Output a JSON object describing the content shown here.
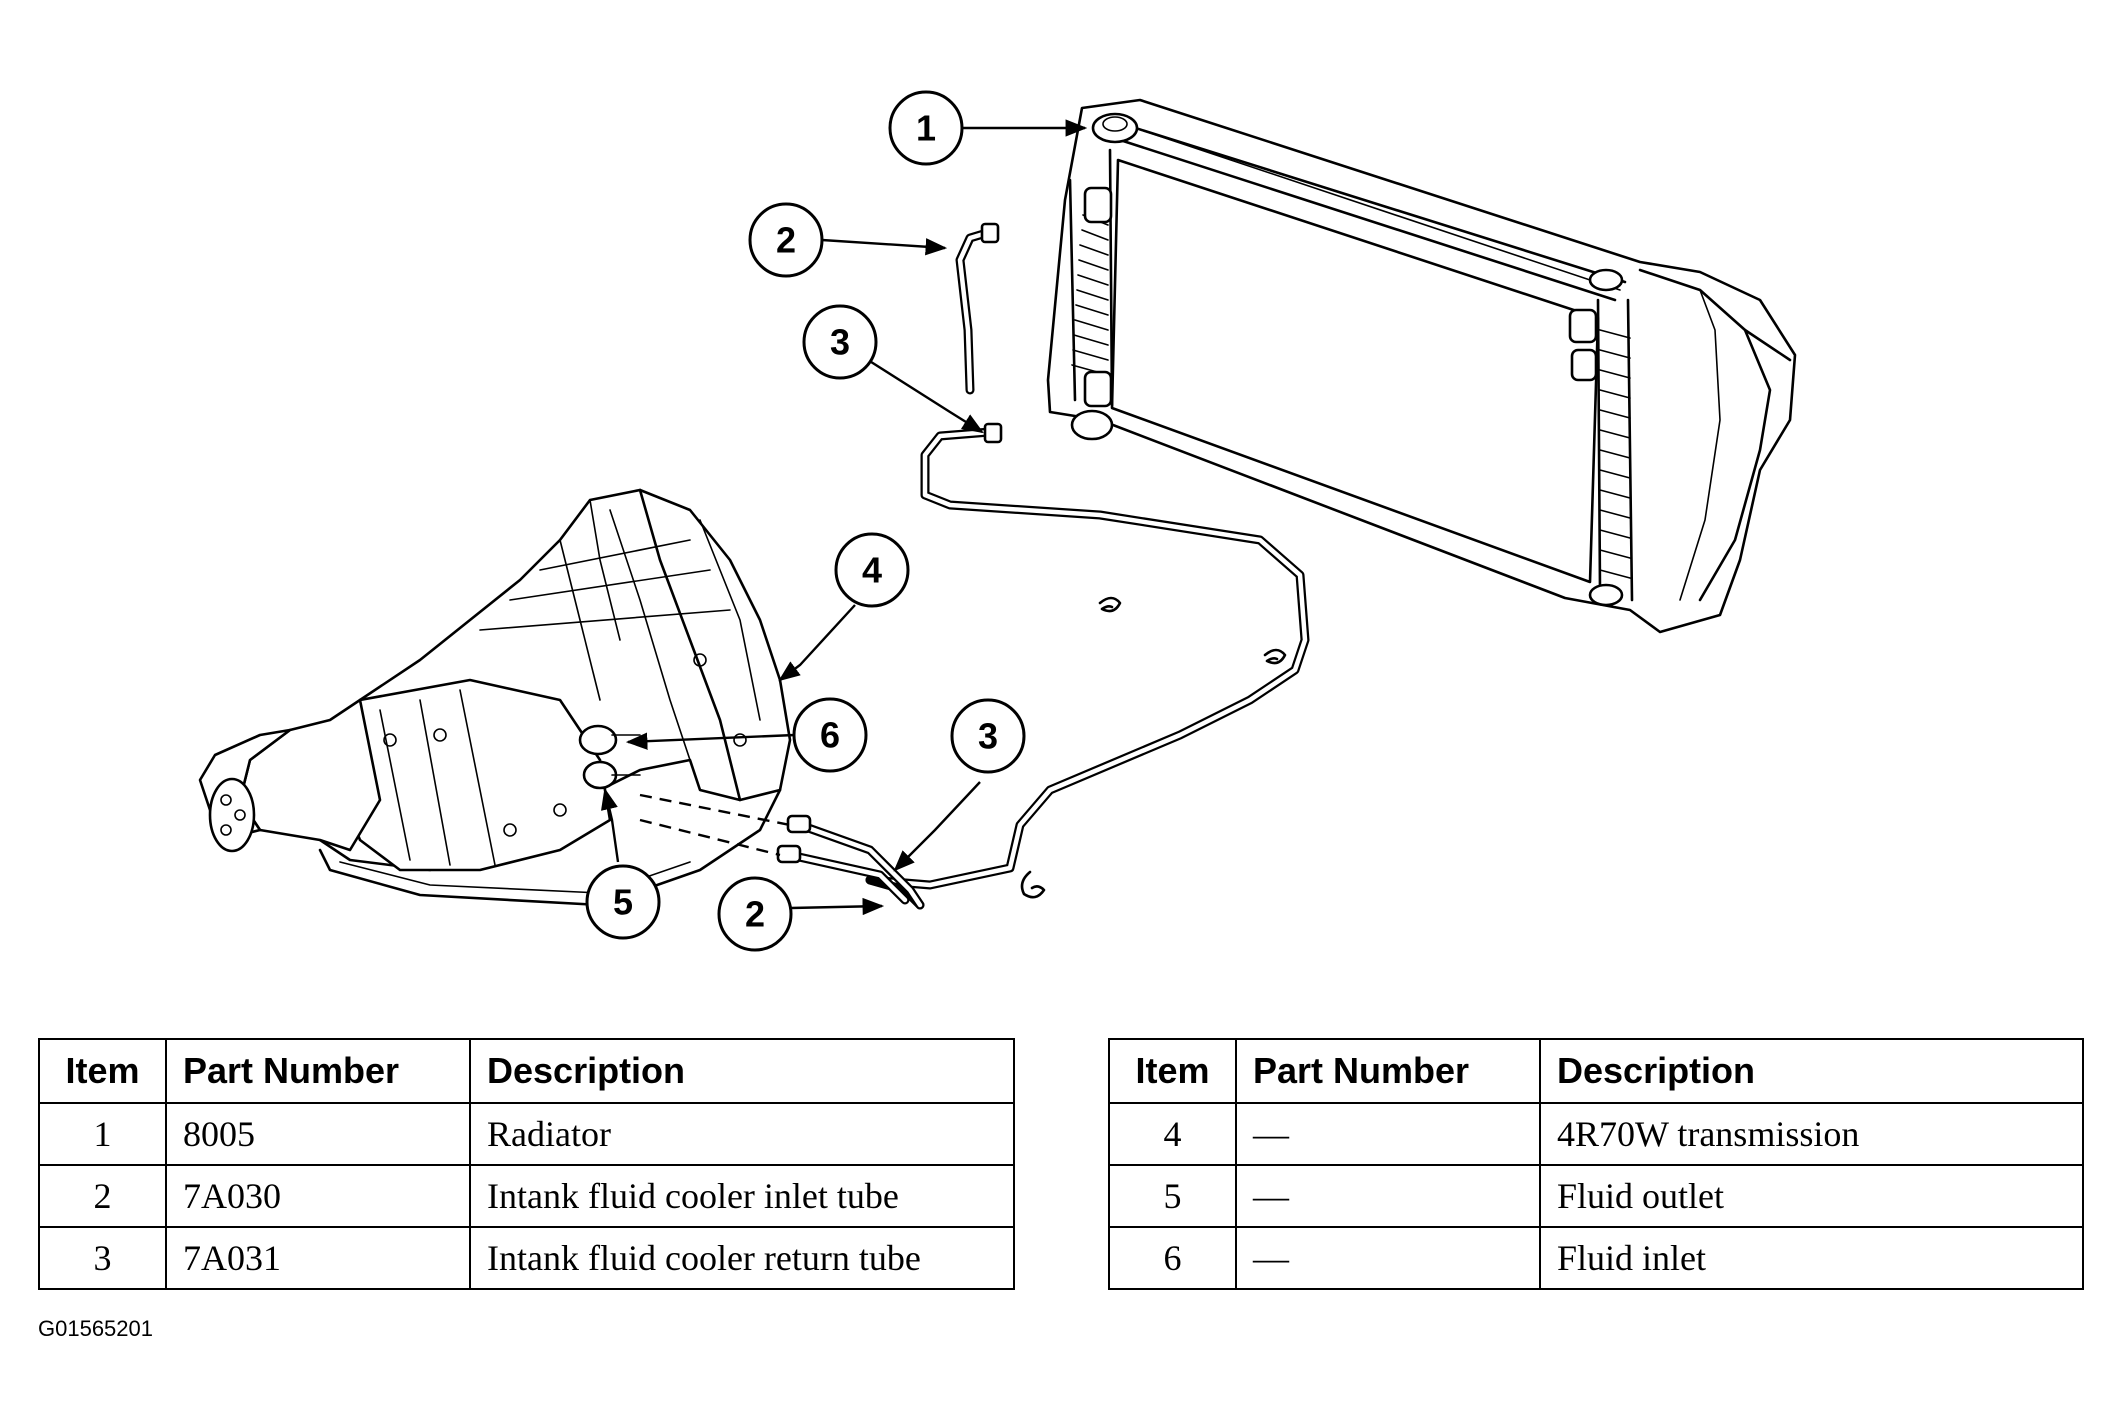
{
  "callouts": [
    {
      "label": "1"
    },
    {
      "label": "2"
    },
    {
      "label": "3"
    },
    {
      "label": "4"
    },
    {
      "label": "6"
    },
    {
      "label": "3"
    },
    {
      "label": "5"
    },
    {
      "label": "2"
    }
  ],
  "table_headers": {
    "item": "Item",
    "part_number": "Part Number",
    "description": "Description"
  },
  "parts_left": [
    {
      "item": "1",
      "part_number": "8005",
      "description": "Radiator"
    },
    {
      "item": "2",
      "part_number": "7A030",
      "description": "Intank fluid cooler inlet tube"
    },
    {
      "item": "3",
      "part_number": "7A031",
      "description": "Intank fluid cooler return tube"
    }
  ],
  "parts_right": [
    {
      "item": "4",
      "part_number": "—",
      "description": "4R70W transmission"
    },
    {
      "item": "5",
      "part_number": "—",
      "description": "Fluid outlet"
    },
    {
      "item": "6",
      "part_number": "—",
      "description": "Fluid inlet"
    }
  ],
  "figure_code": "G01565201"
}
